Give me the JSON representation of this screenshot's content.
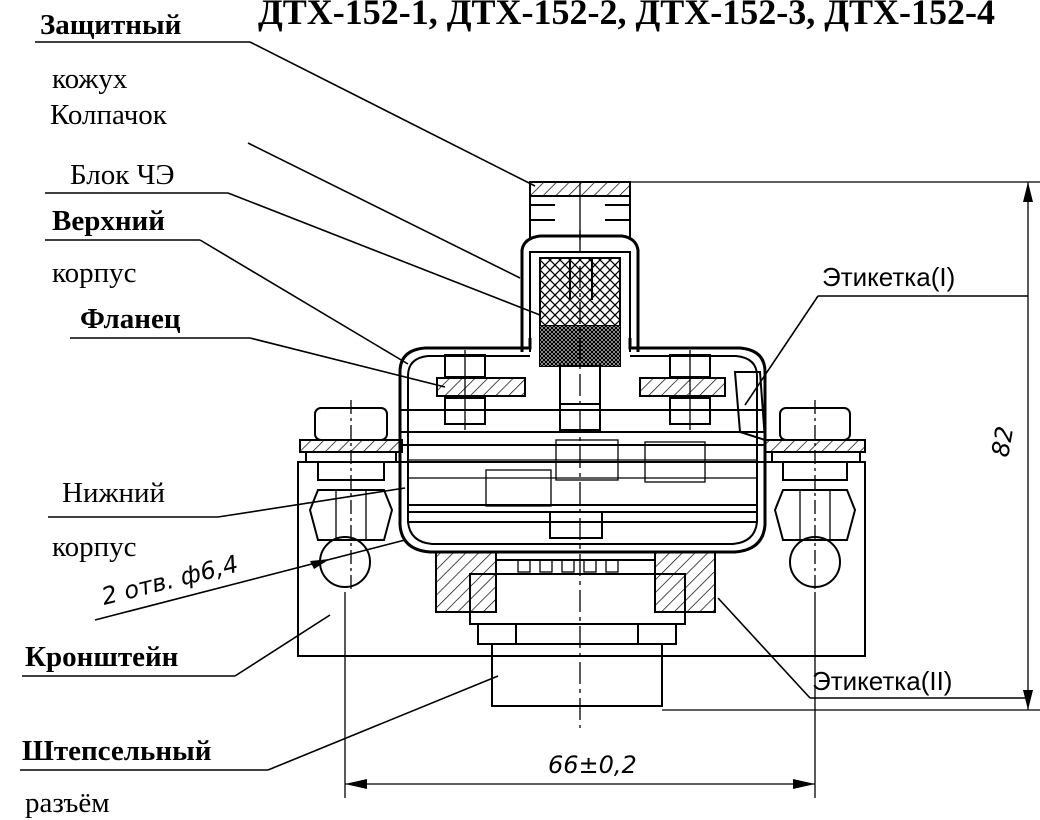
{
  "title": "ДТХ-152-1, ДТХ-152-2, ДТХ-152-3, ДТХ-152-4",
  "labels": {
    "protective_casing_1": "Защитный",
    "protective_casing_2": "кожух",
    "cap": "Колпачок",
    "sensor_block": "Блок ЧЭ",
    "upper_body_1": "Верхний",
    "upper_body_2": "корпус",
    "flange": "Фланец",
    "lower_body_1": "Нижний",
    "lower_body_2": "корпус",
    "bracket": "Кронштейн",
    "connector_1": "Штепсельный",
    "connector_2": "разъём",
    "label_1": "Этикетка(I)",
    "label_2": "Этикетка(II)"
  },
  "dimensions": {
    "holes": "2 отв. ф6,4",
    "height": "82",
    "width": "66±0,2"
  },
  "colors": {
    "ink": "#000000",
    "paper": "#ffffff"
  }
}
